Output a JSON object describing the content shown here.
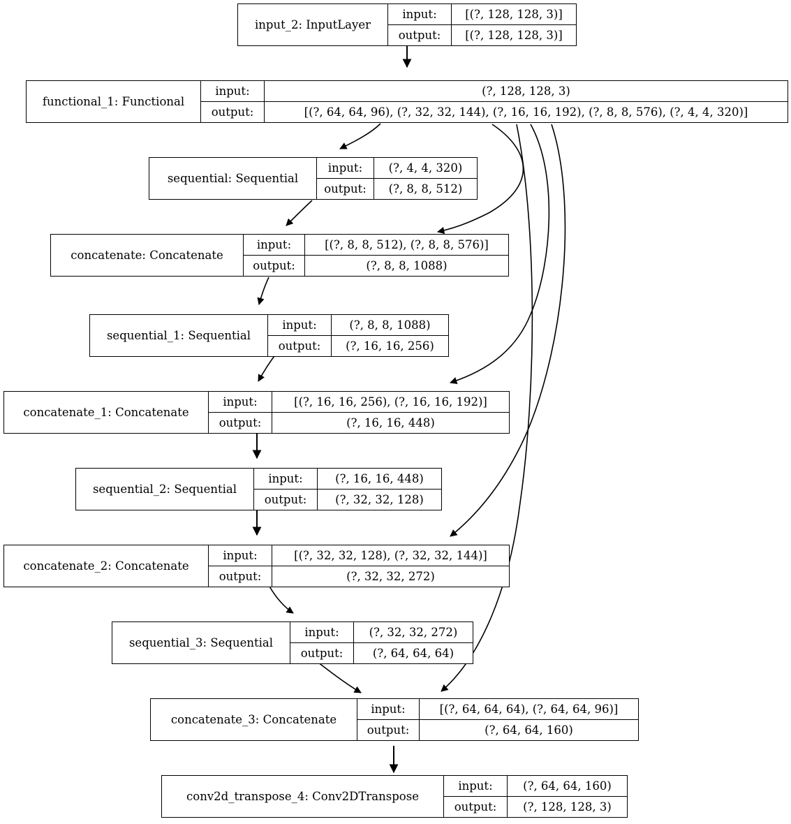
{
  "diagram": {
    "title": "Keras model architecture graph",
    "io_labels": {
      "input": "input:",
      "output": "output:"
    },
    "edge_color": "#000000",
    "node_border_color": "#000000",
    "node_fill_color": "#ffffff"
  },
  "nodes": [
    {
      "id": "input_2",
      "name": "input_2: InputLayer",
      "input": "[(?, 128, 128, 3)]",
      "output": "[(?, 128, 128, 3)]"
    },
    {
      "id": "functional_1",
      "name": "functional_1: Functional",
      "input": "(?, 128, 128, 3)",
      "output": "[(?, 64, 64, 96), (?, 32, 32, 144), (?, 16, 16, 192), (?, 8, 8, 576), (?, 4, 4, 320)]"
    },
    {
      "id": "sequential",
      "name": "sequential: Sequential",
      "input": "(?, 4, 4, 320)",
      "output": "(?, 8, 8, 512)"
    },
    {
      "id": "concatenate",
      "name": "concatenate: Concatenate",
      "input": "[(?, 8, 8, 512), (?, 8, 8, 576)]",
      "output": "(?, 8, 8, 1088)"
    },
    {
      "id": "sequential_1",
      "name": "sequential_1: Sequential",
      "input": "(?, 8, 8, 1088)",
      "output": "(?, 16, 16, 256)"
    },
    {
      "id": "concatenate_1",
      "name": "concatenate_1: Concatenate",
      "input": "[(?, 16, 16, 256), (?, 16, 16, 192)]",
      "output": "(?, 16, 16, 448)"
    },
    {
      "id": "sequential_2",
      "name": "sequential_2: Sequential",
      "input": "(?, 16, 16, 448)",
      "output": "(?, 32, 32, 128)"
    },
    {
      "id": "concatenate_2",
      "name": "concatenate_2: Concatenate",
      "input": "[(?, 32, 32, 128), (?, 32, 32, 144)]",
      "output": "(?, 32, 32, 272)"
    },
    {
      "id": "sequential_3",
      "name": "sequential_3: Sequential",
      "input": "(?, 32, 32, 272)",
      "output": "(?, 64, 64, 64)"
    },
    {
      "id": "concatenate_3",
      "name": "concatenate_3: Concatenate",
      "input": "[(?, 64, 64, 64), (?, 64, 64, 96)]",
      "output": "(?, 64, 64, 160)"
    },
    {
      "id": "conv2d_transpose_4",
      "name": "conv2d_transpose_4: Conv2DTranspose",
      "input": "(?, 64, 64, 160)",
      "output": "(?, 128, 128, 3)"
    }
  ],
  "edges": [
    {
      "from": "input_2",
      "to": "functional_1",
      "kind": "straight"
    },
    {
      "from": "functional_1",
      "to": "sequential",
      "kind": "curved"
    },
    {
      "from": "sequential",
      "to": "concatenate",
      "kind": "curved"
    },
    {
      "from": "functional_1",
      "to": "concatenate",
      "kind": "skip"
    },
    {
      "from": "concatenate",
      "to": "sequential_1",
      "kind": "curved"
    },
    {
      "from": "sequential_1",
      "to": "concatenate_1",
      "kind": "curved"
    },
    {
      "from": "functional_1",
      "to": "concatenate_1",
      "kind": "skip"
    },
    {
      "from": "concatenate_1",
      "to": "sequential_2",
      "kind": "straight"
    },
    {
      "from": "sequential_2",
      "to": "concatenate_2",
      "kind": "straight"
    },
    {
      "from": "functional_1",
      "to": "concatenate_2",
      "kind": "skip"
    },
    {
      "from": "concatenate_2",
      "to": "sequential_3",
      "kind": "curved"
    },
    {
      "from": "sequential_3",
      "to": "concatenate_3",
      "kind": "curved"
    },
    {
      "from": "functional_1",
      "to": "concatenate_3",
      "kind": "skip"
    },
    {
      "from": "concatenate_3",
      "to": "conv2d_transpose_4",
      "kind": "straight"
    }
  ]
}
